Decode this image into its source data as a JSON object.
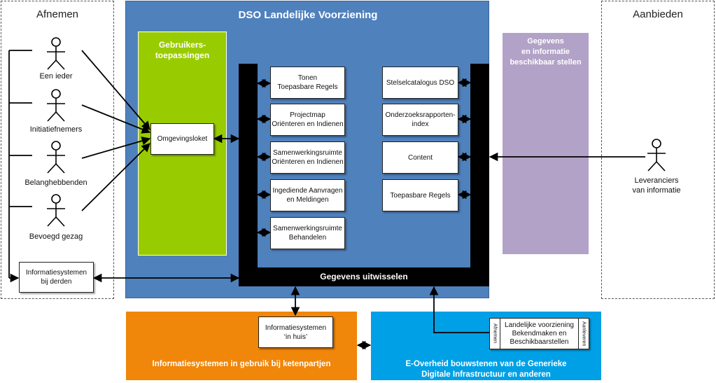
{
  "afnemen": {
    "title": "Afnemen"
  },
  "aanbieden": {
    "title": "Aanbieden"
  },
  "dso": {
    "title": "DSO Landelijke Voorziening"
  },
  "gebruikers": {
    "title": "Gebruikers-\ntoepassingen"
  },
  "gegevens_info": {
    "title": "Gegevens\nen informatie\nbeschikbaar stellen"
  },
  "gegevens_uitwisselen": "Gegevens uitwisselen",
  "omgevingsloket": "Omgevingsloket",
  "center_boxes": [
    "Tonen\nToepasbare Regels",
    "Projectmap\nOriënteren en Indienen",
    "Samenwerkingsruimte\nOriënteren en Indienen",
    "Ingediende Aanvragen\nen Meldingen",
    "Samenwerkingsruimte\nBehandelen"
  ],
  "right_boxes": [
    "Stelselcatalogus DSO",
    "Onderzoeksrapporten-\nindex",
    "Content",
    "Toepasbare Regels"
  ],
  "actors": [
    "Een ieder",
    "Initiatiefnemers",
    "Belanghebbenden",
    "Bevoegd gezag"
  ],
  "leveranciers": "Leveranciers\nvan informatie",
  "info_derden": "Informatiesystemen\nbij derden",
  "info_in_huis": "Informatiesystemen\n‘in huis’",
  "orange": {
    "title": "Informatiesystemen in gebruik bij ketenpartjen"
  },
  "blue": {
    "title": "E-Overheid bouwstenen van de Generieke\nDigitale Infrastructuur en anderen"
  },
  "landelijke": "Landelijke voorziening\nBekendmaken en\nBeschikbaarstellen",
  "afnemen_small": "Afnemen",
  "aanleveren_small": "Aanleveren",
  "colors": {
    "dso_blue": "#4f81bd",
    "green": "#99cc00",
    "purple": "#b3a2c7",
    "orange": "#f0860a",
    "cyan": "#00a0e6"
  }
}
